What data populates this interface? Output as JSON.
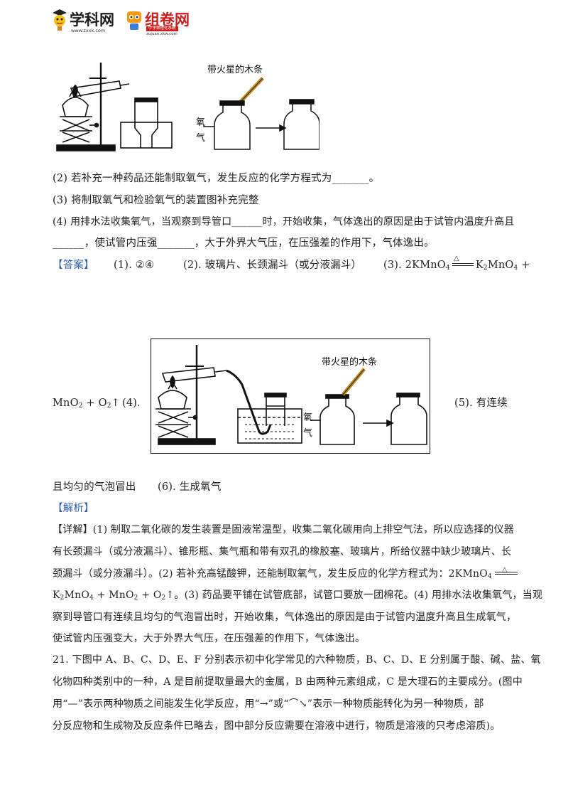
{
  "header": {
    "logo1_text": "学科网",
    "logo1_sub": "www.zxxk.com",
    "logo2_text": "组卷网",
    "logo2_badge": "中学数理化系统",
    "logo2_sub": "zujuan.xkw.com"
  },
  "figure1": {
    "splint_label": "带火星的木条",
    "gas_label_1": "氧",
    "gas_label_2": "气"
  },
  "questions": {
    "q2": "(2) 若补充一种药品还能制取氧气，发生反应的化学方程式为_______。",
    "q3": "(3) 将制取氧气和检验氧气的装置图补充完整",
    "q4_line1": "(4) 用排水法收集氧气，当观察到导管口______时，开始收集，气体逸出的原因是由于试管内温度升高且",
    "q4_line2": "______，使试管内压强_______，大于外界大气压，在压强差的作用下，气体逸出。"
  },
  "answer": {
    "tag": "【答案】",
    "a1": "(1). ②④",
    "a2": "(2). 玻璃片、长颈漏斗（或分液漏斗）",
    "a3_prefix": "(3). 2KMnO",
    "a3_cond": "△",
    "a3_mid": "K",
    "a3_mid2": "MnO",
    "a3_plus": "+",
    "a3_cont": "MnO",
    "a3_cont2": " + O",
    "a3_cont3": "↑",
    "a4": "(4).",
    "a5": "(5). 有连续",
    "a5_cont": "且均匀的气泡冒出",
    "a6": "(6). 生成氧气",
    "sub2": "2",
    "sub4": "4"
  },
  "figure2": {
    "splint_label": "带火星的木条",
    "gas_label_1": "氧",
    "gas_label_2": "气"
  },
  "analysis": {
    "tag": "【解析】",
    "line1": "【详解】(1) 制取二氧化碳的发生装置是固液常温型，收集二氧化碳用向上排空气法，所以应选择的仪器",
    "line2": "有长颈漏斗（或分液漏斗）、锥形瓶、集气瓶和带有双孔的橡胶塞、玻璃片，所给仪器中缺少玻璃片、长",
    "line3": "颈漏斗（或分液漏斗）。(2) 若补充高锰酸钾，还能制取氧气，发生反应的化学方程式为：2KMnO",
    "line4_a": "K",
    "line4_b": "MnO",
    "line4_c": " + MnO",
    "line4_d": " + O",
    "line4_e": "↑。(3) 药品要平铺在试管底部，试管口要放一团棉花。(4) 用排水法收集氧气，当观",
    "line5": "察到导管口有连续且均匀的气泡冒出时，开始收集，气体逸出的原因是由于试管内温度升高且生成氧气，",
    "line6": "使试管内压强变大，大于外界大气压，在压强差的作用下，气体逸出。"
  },
  "q21": {
    "line1": "21. 下图中 A、B、C、D、E、F 分别表示初中化学常见的六种物质，B、C、D、E 分别属于酸、碱、盐、氧",
    "line2": "化物四种类别中的一种，A 是目前提取量最大的金属，B 由两种元素组成，C 是大理石的主要成分。(图中",
    "line3": "用“—”表示两种物质之间能发生化学反应，用“→”或“⌒↘”表示一种物质能转化为另一种物质，部",
    "line4": "分反应物和生成物及反应条件已略去，图中部分反应需要在溶液中进行，物质是溶液的只考虑溶质)。"
  }
}
